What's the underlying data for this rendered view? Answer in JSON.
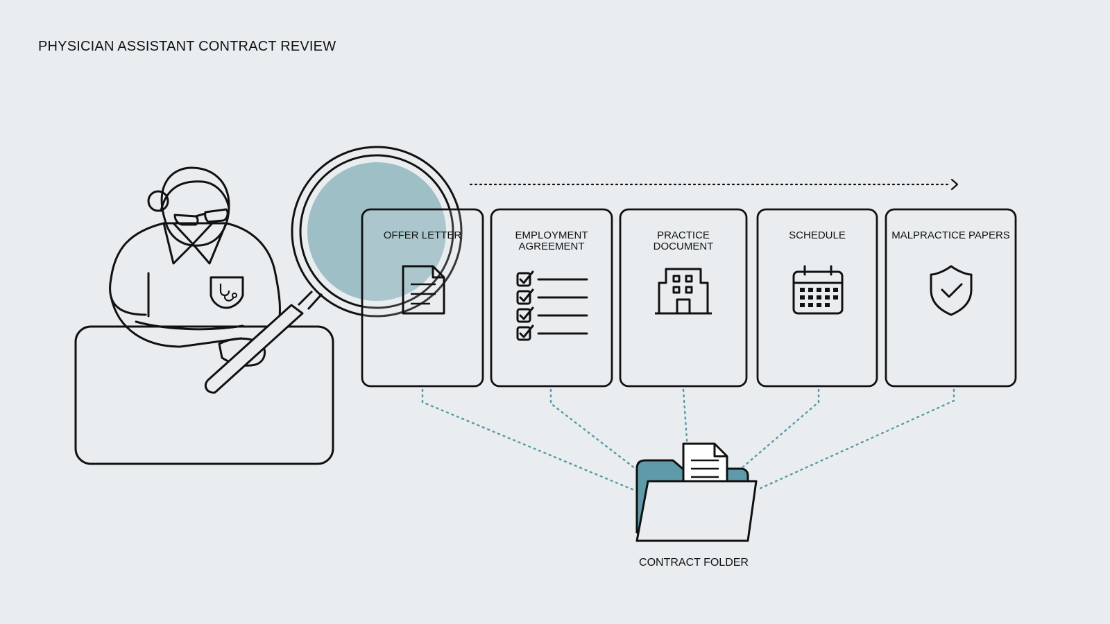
{
  "title": "PHYSICIAN ASSISTANT CONTRACT REVIEW",
  "documents": [
    {
      "label": "OFFER LETTER",
      "icon": "document-icon"
    },
    {
      "label": "EMPLOYMENT AGREEMENT",
      "icon": "checklist-icon"
    },
    {
      "label": "PRACTICE DOCUMENT",
      "icon": "building-icon"
    },
    {
      "label": "SCHEDULE",
      "icon": "calendar-icon"
    },
    {
      "label": "MALPRACTICE PAPERS",
      "icon": "shield-check-icon"
    }
  ],
  "folder": {
    "label": "CONTRACT FOLDER",
    "icon": "folder-icon"
  },
  "colors": {
    "background": "#e9edf0",
    "stroke": "#111111",
    "lens_fill": "#9ebfc6",
    "folder_fill": "#5f9aa8",
    "connector": "#5a9aa6"
  }
}
